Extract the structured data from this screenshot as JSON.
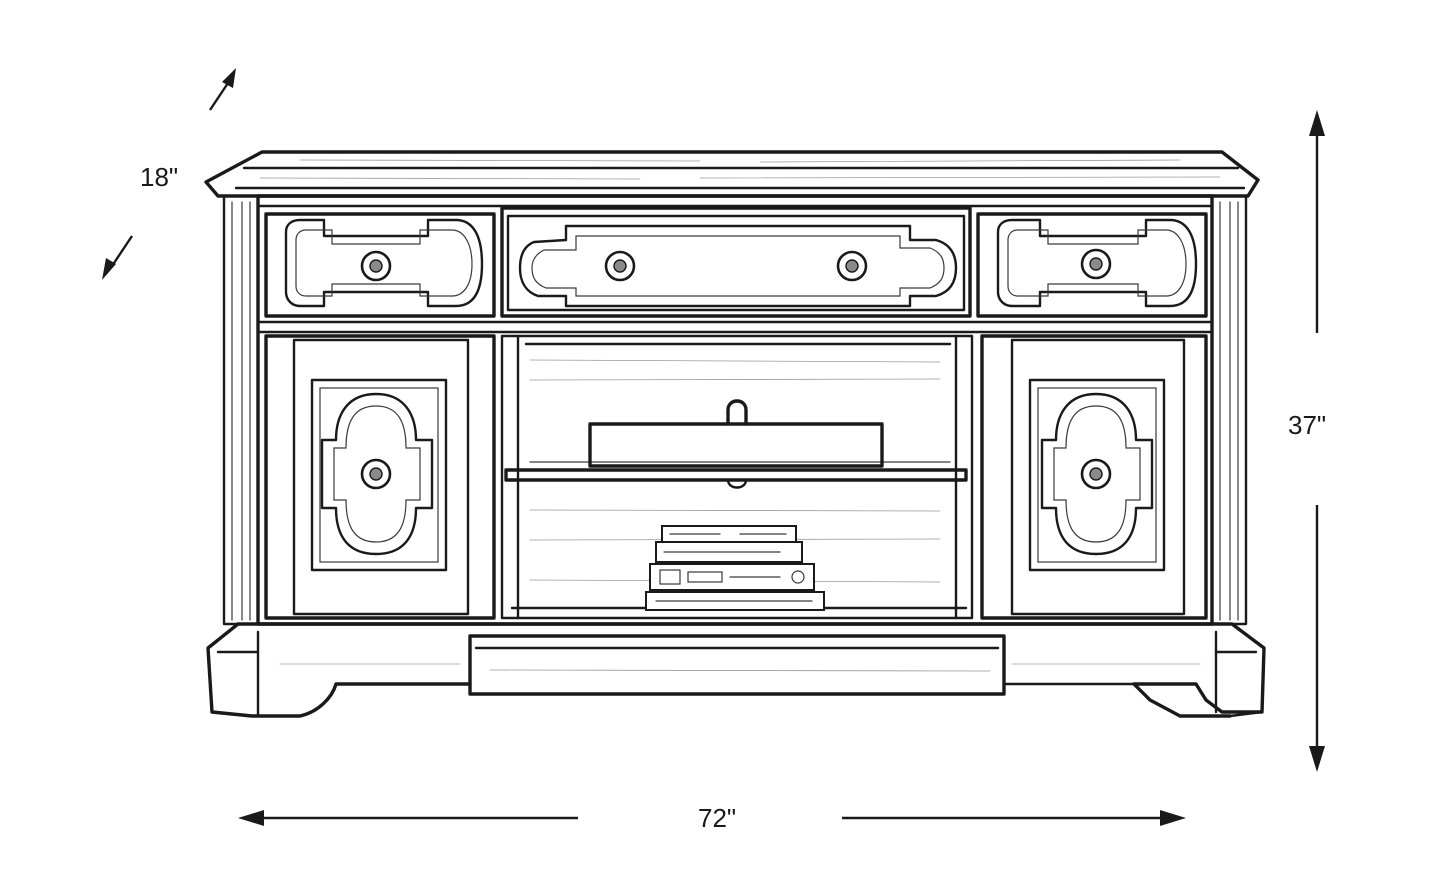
{
  "dimensions": {
    "depth": "18\"",
    "height": "37\"",
    "width": "72\""
  },
  "colors": {
    "ink": "#1a1a1a",
    "background": "#ffffff"
  }
}
